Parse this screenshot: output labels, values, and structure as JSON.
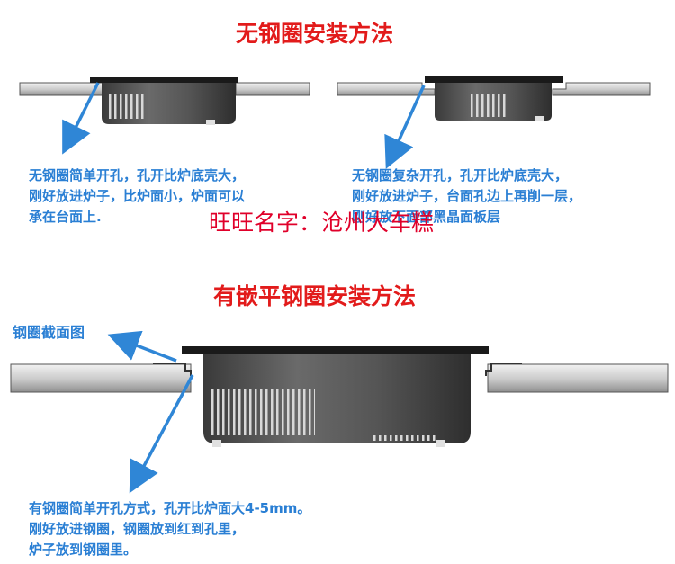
{
  "section1": {
    "title": "无钢圈安装方法",
    "left_note": [
      "无钢圈简单开孔，孔开比炉底壳大，",
      "刚好放进炉子，比炉面小，炉面可以",
      "承在台面上."
    ],
    "right_note": [
      "无钢圈复杂开孔，孔开比炉底壳大，",
      "刚好放进炉子，台面孔边上再削一层，",
      "刚好放下面部黑晶面板层"
    ]
  },
  "watermark": "旺旺名字：沧州大车糕",
  "section2": {
    "title": "有嵌平钢圈安装方法",
    "callout": "钢圈截面图",
    "note": [
      "有钢圈简单开孔方式，孔开比炉面大4-5mm。",
      "刚好放进钢圈，钢圈放到红到孔里，",
      "炉子放到钢圈里。"
    ]
  },
  "colors": {
    "heading": "#e21b1b",
    "note": "#2a7fd4",
    "arrow": "#2f86d6",
    "watermark": "#e0002a"
  }
}
